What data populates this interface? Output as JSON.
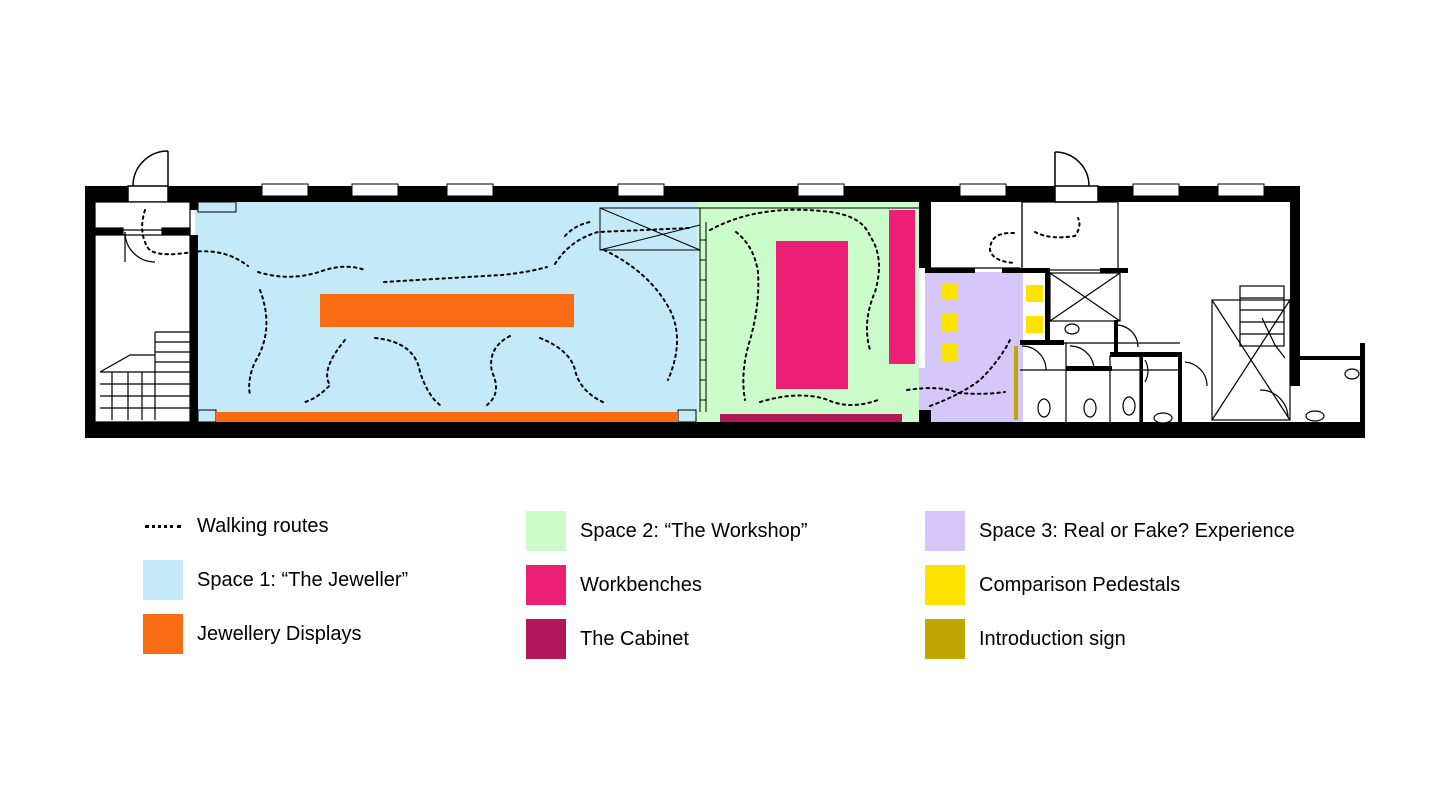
{
  "legend": {
    "walking_routes": {
      "label": "Walking routes"
    },
    "space1": {
      "label": "Space 1: “The Jeweller”",
      "color": "#c4e9f8"
    },
    "jewellery_displays": {
      "label": "Jewellery Displays",
      "color": "#fa6c13"
    },
    "space2": {
      "label": "Space 2: “The Workshop”",
      "color": "#cdfccb"
    },
    "workbenches": {
      "label": "Workbenches",
      "color": "#eb1f75"
    },
    "cabinet": {
      "label": "The Cabinet",
      "color": "#b21859"
    },
    "space3": {
      "label": "Space 3: Real or Fake? Experience",
      "color": "#d6c7fb"
    },
    "pedestals": {
      "label": "Comparison Pedestals",
      "color": "#fee300"
    },
    "intro_sign": {
      "label": "Introduction sign",
      "color": "#bfa600"
    }
  }
}
